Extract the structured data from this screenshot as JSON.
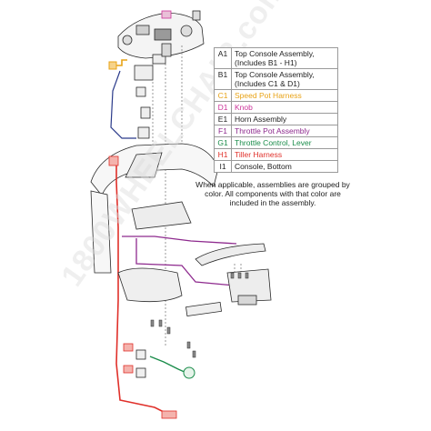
{
  "watermark_text": "1800WHEELCHAIR.com",
  "legend": [
    {
      "code": "A1",
      "desc": "Top Console Assembly, (Includes B1 - H1)",
      "color": "#222222"
    },
    {
      "code": "B1",
      "desc": "Top Console Assembly, (Includes C1 & D1)",
      "color": "#222222"
    },
    {
      "code": "C1",
      "desc": "Speed Pot Harness",
      "color": "#e8a317"
    },
    {
      "code": "D1",
      "desc": "Knob",
      "color": "#cc3399"
    },
    {
      "code": "E1",
      "desc": "Horn Assembly",
      "color": "#222222"
    },
    {
      "code": "F1",
      "desc": "Throttle Pot Assembly",
      "color": "#8e2a8e"
    },
    {
      "code": "G1",
      "desc": "Throttle Control, Lever",
      "color": "#1a8c4a"
    },
    {
      "code": "H1",
      "desc": "Tiller Harness",
      "color": "#e0302a"
    },
    {
      "code": "I1",
      "desc": "Console, Bottom",
      "color": "#222222"
    }
  ],
  "note": "When applicable, assemblies are grouped by color. All components with that color are included in the assembly.",
  "colors": {
    "speed_pot": "#e8a317",
    "knob": "#cc3399",
    "throttle_pot": "#8e2a8e",
    "throttle_lever": "#1a8c4a",
    "tiller_harness": "#e0302a",
    "line_art": "#2a2a2a"
  }
}
